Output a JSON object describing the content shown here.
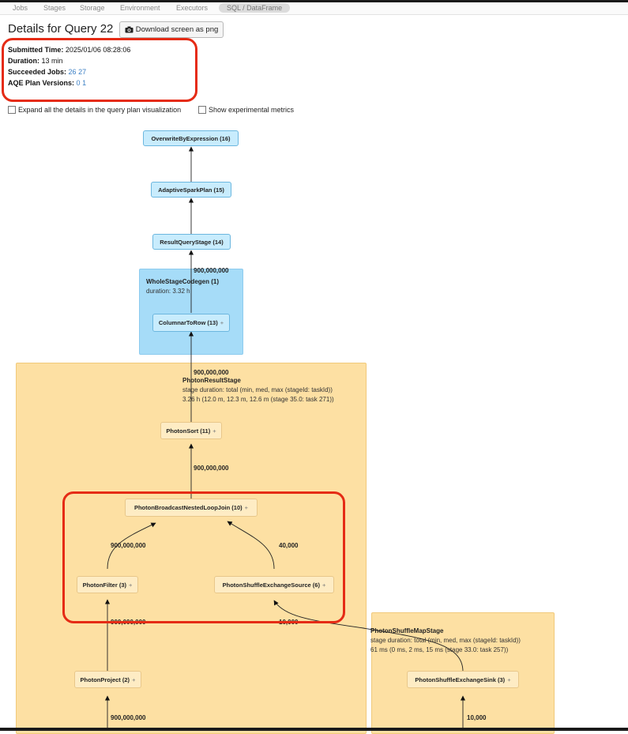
{
  "tabs": [
    {
      "label": "Jobs"
    },
    {
      "label": "Stages"
    },
    {
      "label": "Storage"
    },
    {
      "label": "Environment"
    },
    {
      "label": "Executors"
    },
    {
      "label": "SQL / DataFrame"
    }
  ],
  "page": {
    "title": "Details for Query 22",
    "download_label": "Download screen as png"
  },
  "info": {
    "submitted_label": "Submitted Time:",
    "submitted_value": "2025/01/06 08:28:06",
    "duration_label": "Duration:",
    "duration_value": "13 min",
    "jobs_label": "Succeeded Jobs:",
    "jobs": [
      "26",
      "27"
    ],
    "aqe_label": "AQE Plan Versions:",
    "aqe_versions": [
      "0",
      "1"
    ]
  },
  "options": {
    "expand_label": "Expand all the details in the query plan visualization",
    "experimental_label": "Show experimental metrics"
  },
  "plan": {
    "nodes": {
      "overwrite": "OverwriteByExpression (16)",
      "adaptive": "AdaptiveSparkPlan (15)",
      "result_stage": "ResultQueryStage (14)",
      "columnar": "ColumnarToRow (13)",
      "sort": "PhotonSort (11)",
      "bnlj": "PhotonBroadcastNestedLoopJoin (10)",
      "filter": "PhotonFilter (3)",
      "shuffle_source": "PhotonShuffleExchangeSource (6)",
      "project": "PhotonProject (2)",
      "shuffle_sink": "PhotonShuffleExchangeSink (3)"
    },
    "clusters": {
      "codegen_title": "WholeStageCodegen (1)",
      "codegen_duration": "duration: 3.32 h",
      "result_stage_title": "PhotonResultStage",
      "result_stage_line1": "stage duration: total (min, med, max (stageId: taskId))",
      "result_stage_line2": "3.26 h (12.0 m, 12.3 m, 12.6 m (stage 35.0: task 271))",
      "map_stage_title": "PhotonShuffleMapStage",
      "map_stage_line1": "stage duration: total (min, med, max (stageId: taskId))",
      "map_stage_line2": "61 ms (0 ms, 2 ms, 15 ms (stage 33.0: task 257))"
    },
    "edge_labels": {
      "e_columnar": "900,000,000",
      "e_sort_in": "900,000,000",
      "e_sort_out": "900,000,000",
      "e_filter": "900,000,000",
      "e_source": "40,000",
      "e_project_partial": "900,000,000",
      "e_sink_partial": "10,000",
      "e_project_bottom": "900,000,000",
      "e_sink_bottom": "10,000"
    },
    "plus": "+"
  },
  "colors": {
    "highlight": "#e52b15",
    "blue_cluster": "#a6dcf8",
    "orange_cluster": "#fde0a3",
    "link": "#3b7fc4"
  }
}
